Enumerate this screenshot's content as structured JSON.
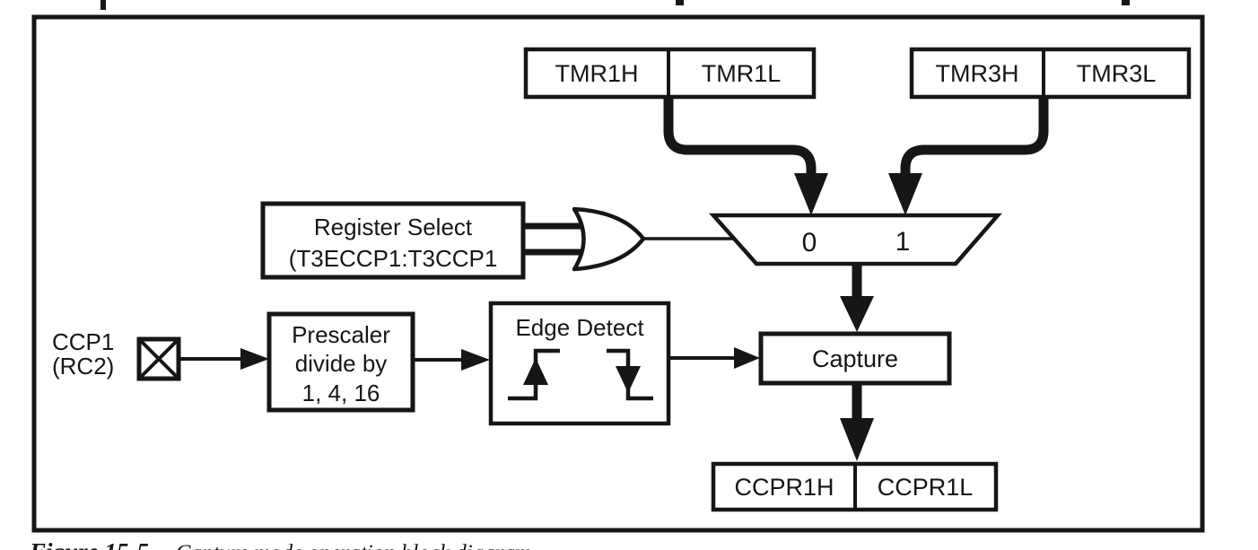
{
  "registers": {
    "tmr1": {
      "high": "TMR1H",
      "low": "TMR1L"
    },
    "tmr3": {
      "high": "TMR3H",
      "low": "TMR3L"
    },
    "ccpr1": {
      "high": "CCPR1H",
      "low": "CCPR1L"
    }
  },
  "mux": {
    "sel0": "0",
    "sel1": "1"
  },
  "register_select": {
    "line1": "Register Select",
    "line2": "(T3ECCP1:T3CCP1"
  },
  "pin": {
    "name": "CCP1",
    "port": "(RC2)"
  },
  "prescaler": {
    "line1": "Prescaler",
    "line2": "divide by",
    "line3": "1, 4, 16"
  },
  "edge_detect": {
    "title": "Edge Detect"
  },
  "capture": {
    "label": "Capture"
  },
  "caption": {
    "figure_label": "Figure 15-5",
    "text": "Capture mode operation block diagram"
  },
  "colors": {
    "ink": "#161616",
    "paper": "#ffffff"
  }
}
